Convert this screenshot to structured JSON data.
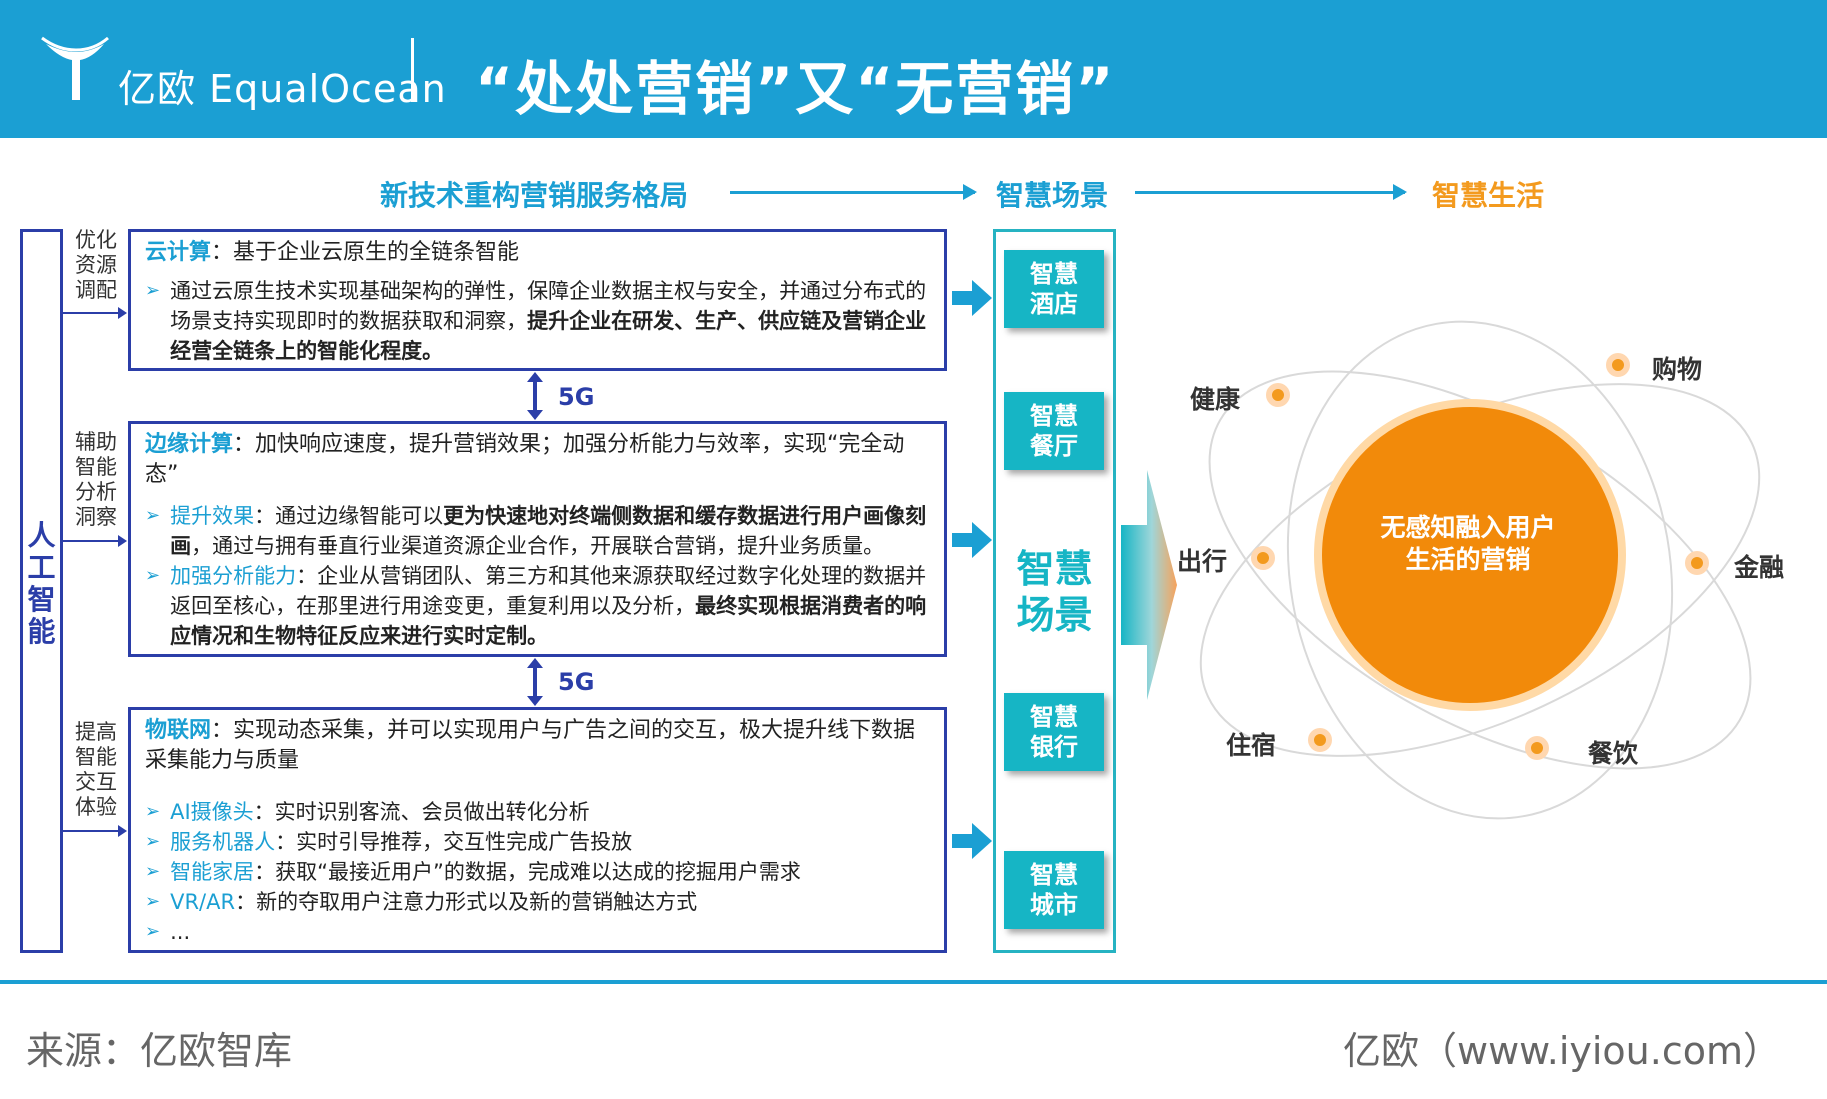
{
  "header": {
    "logo_text": "亿欧 EqualOcean",
    "title": "“处处营销”又“无营销”"
  },
  "flow": {
    "step1": "新技术重构营销服务格局",
    "step2": "智慧场景",
    "step3": "智慧生活"
  },
  "ai": {
    "label": [
      "人",
      "工",
      "智",
      "能"
    ],
    "side_labels": [
      [
        "优化",
        "资源",
        "调配"
      ],
      [
        "辅助",
        "智能",
        "分析",
        "洞察"
      ],
      [
        "提高",
        "智能",
        "交互",
        "体验"
      ]
    ]
  },
  "boxes": {
    "cloud": {
      "head_term": "云计算",
      "head_rest": "：基于企业云原生的全链条智能",
      "items": [
        {
          "plain": "通过云原生技术实现基础架构的弹性，保障企业数据主权与安全，并通过分布式的场景支持实现即时的数据获取和洞察，",
          "bold": "提升企业在研发、生产、供应链及营销企业经营全链条上的智能化程度。"
        }
      ]
    },
    "link1_label": "5G",
    "edge": {
      "head_term": "边缘计算",
      "head_rest": "：加快响应速度，提升营销效果；加强分析能力与效率，实现“完全动态”",
      "items": [
        {
          "term": "提升效果",
          "plain1": "：通过边缘智能可以",
          "bold": "更为快速地对终端侧数据和缓存数据进行用户画像刻画",
          "plain2": "，通过与拥有垂直行业渠道资源企业合作，开展联合营销，提升业务质量。"
        },
        {
          "term": "加强分析能力",
          "plain1": "：企业从营销团队、第三方和其他来源获取经过数字化处理的数据并返回至核心，在那里进行用途变更，重复利用以及分析，",
          "bold": "最终实现根据消费者的响应情况和生物特征反应来进行实时定制。",
          "plain2": ""
        }
      ]
    },
    "link2_label": "5G",
    "iot": {
      "head_term": "物联网",
      "head_rest": "：实现动态采集，并可以实现用户与广告之间的交互，极大提升线下数据采集能力与质量",
      "items": [
        {
          "term": "AI摄像头",
          "plain": "：实时识别客流、会员做出转化分析"
        },
        {
          "term": "服务机器人",
          "plain": "：实时引导推荐，交互性完成广告投放"
        },
        {
          "term": "智能家居",
          "plain": "：获取“最接近用户”的数据，完成难以达成的挖掘用户需求"
        },
        {
          "term": "VR/AR",
          "plain": "：新的夺取用户注意力形式以及新的营销触达方式"
        },
        {
          "term": "",
          "plain": "..."
        }
      ]
    }
  },
  "scenes": {
    "tiles": [
      [
        "智慧",
        "酒店"
      ],
      [
        "智慧",
        "餐厅"
      ],
      [
        "智慧",
        "银行"
      ],
      [
        "智慧",
        "城市"
      ]
    ],
    "center": [
      "智慧",
      "场景"
    ]
  },
  "life": {
    "core": [
      "无感知融入用户",
      "生活的营销"
    ],
    "categories": [
      "健康",
      "购物",
      "出行",
      "金融",
      "住宿",
      "餐饮"
    ]
  },
  "colors": {
    "header_blue": "#1b9fd3",
    "navy": "#2b3ea8",
    "teal": "#16b5c5",
    "orange": "#f39a1e",
    "core_orange": "#f28a0a"
  },
  "footer": {
    "source": "来源：亿欧智库",
    "site": "亿欧（www.iyiou.com）"
  }
}
